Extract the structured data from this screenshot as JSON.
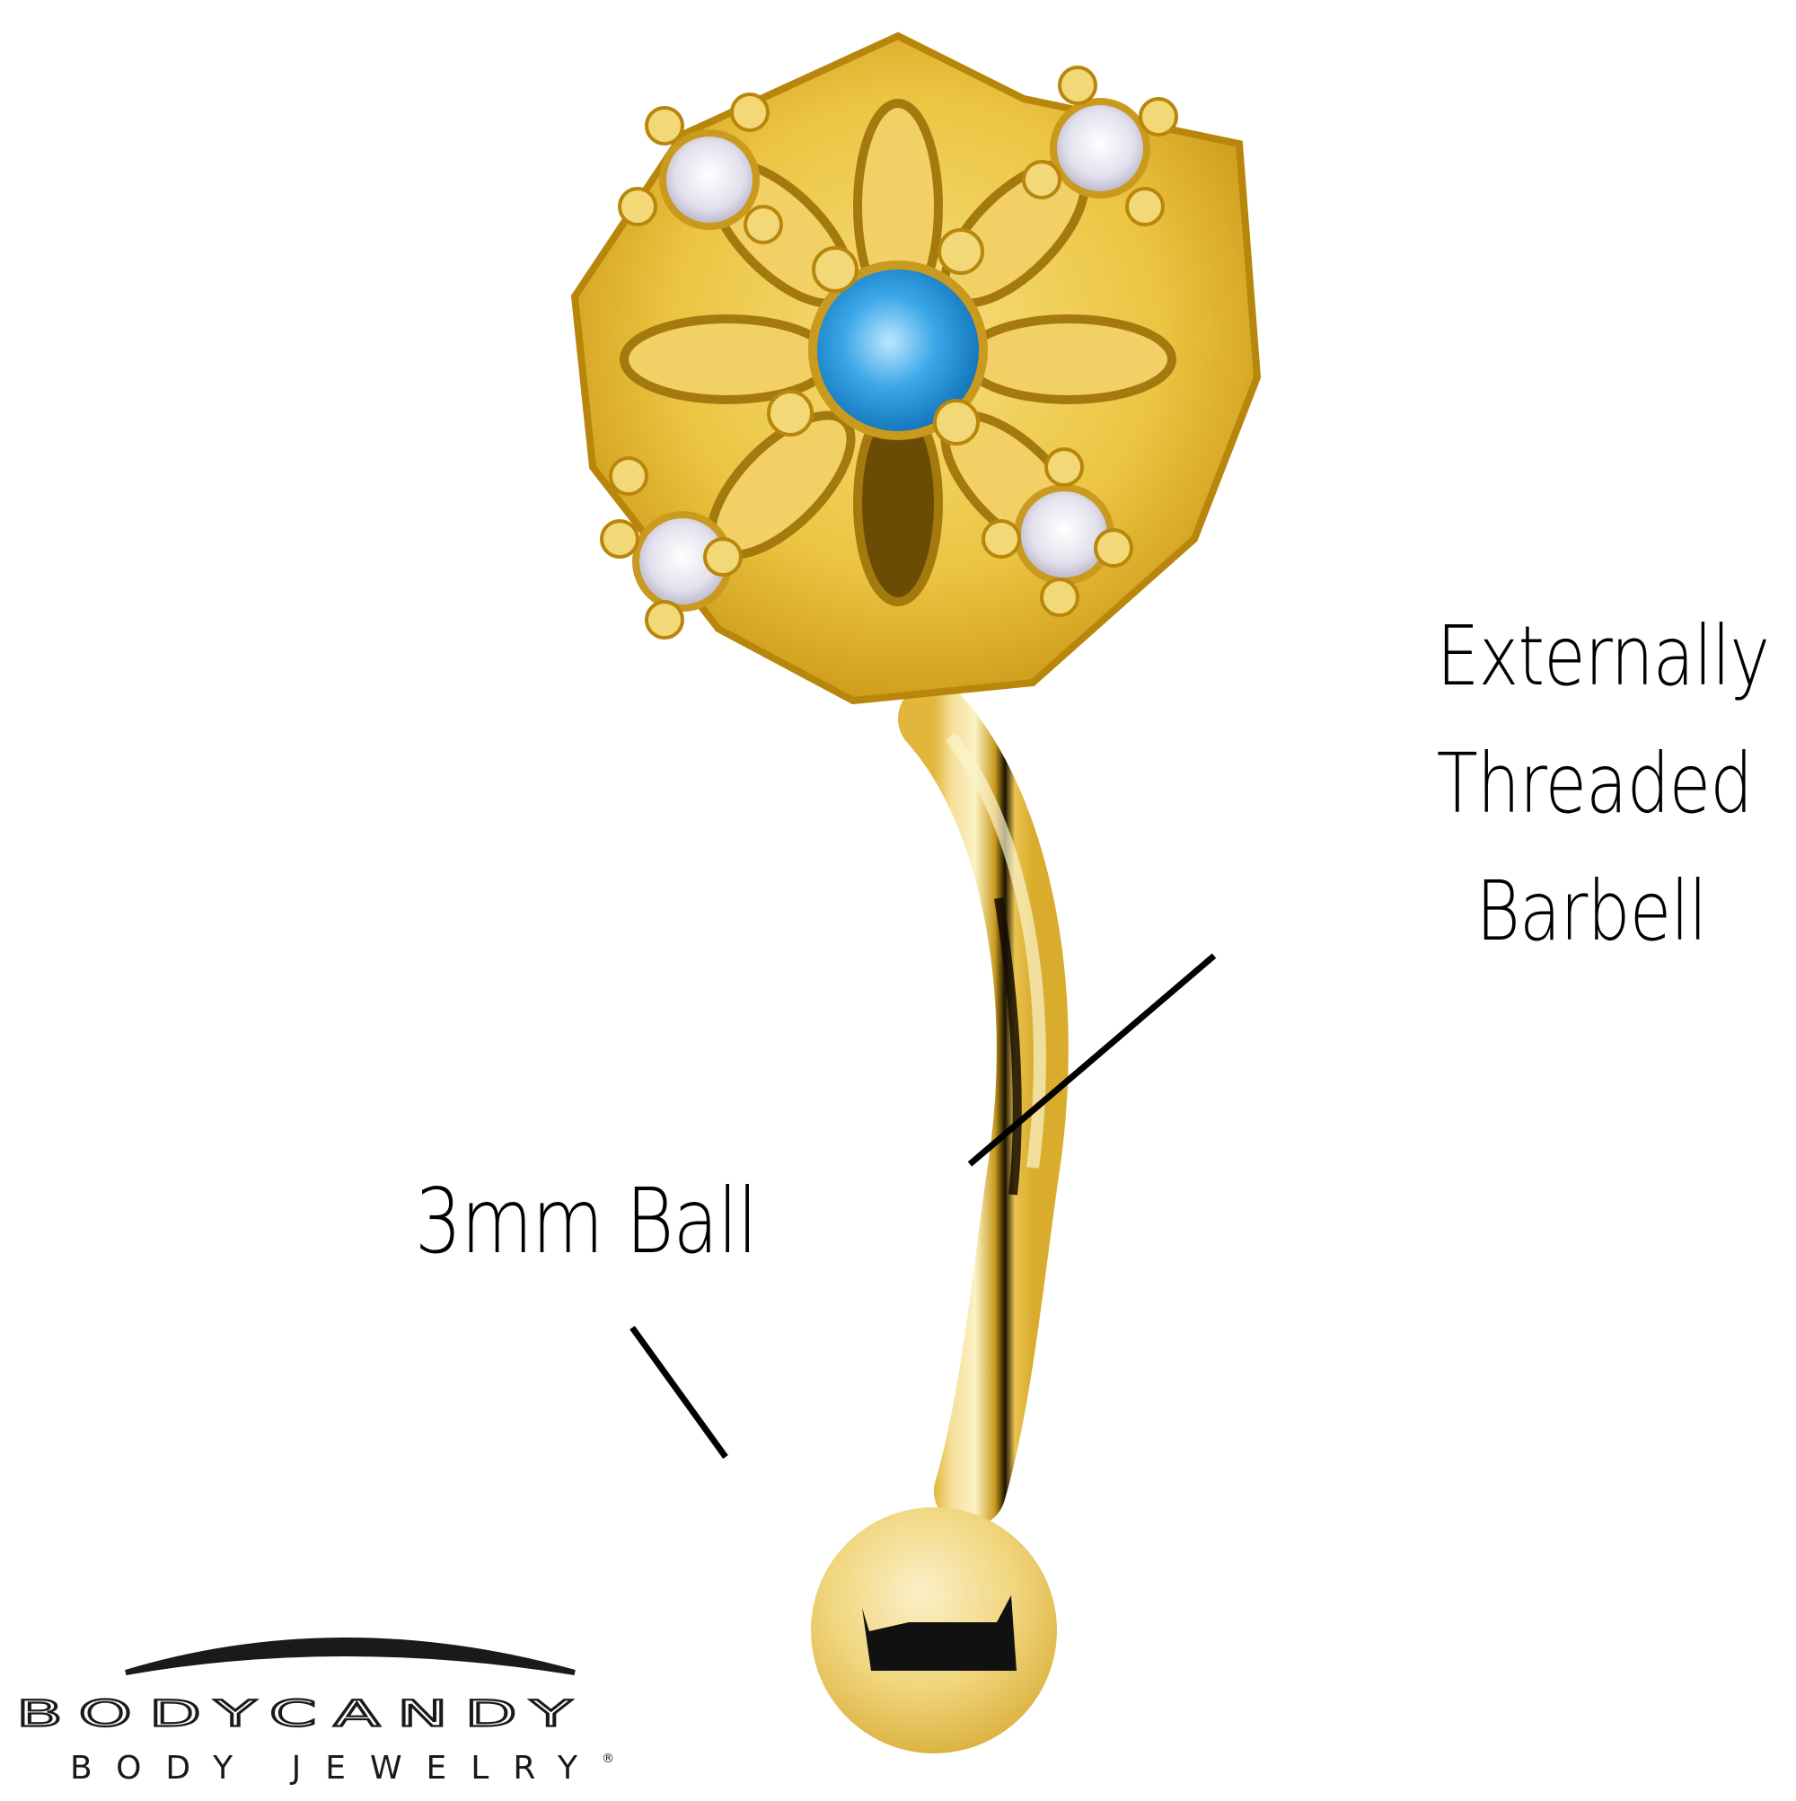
{
  "product_image": {
    "subject": "Gold curved barbell with filigree flower top, blue center gem and four clear gems",
    "colors": {
      "gold_light": "#F8E7A8",
      "gold_mid": "#E9C24A",
      "gold_dark": "#B8860B",
      "gem_blue": "#1E90D6",
      "gem_clear": "#E4E2EE",
      "line": "#000000",
      "background": "#FFFFFF"
    }
  },
  "annotations": {
    "barbell_label": [
      "Externally",
      "Threaded",
      "Barbell"
    ],
    "ball_label": "3mm Ball"
  },
  "brand": {
    "name": "BODYCANDY",
    "tagline": "BODY JEWELRY",
    "registered_mark": "®"
  }
}
